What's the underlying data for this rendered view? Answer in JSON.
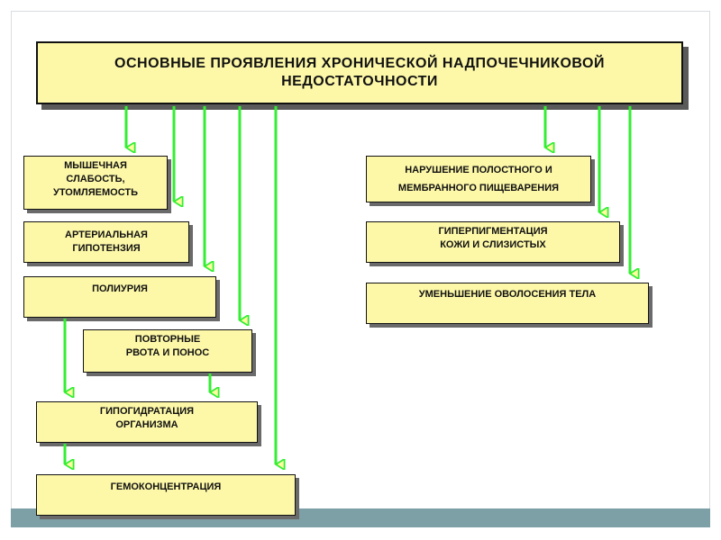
{
  "title": "ОСНОВНЫЕ  ПРОЯВЛЕНИЯ  ХРОНИЧЕСКОЙ  НАДПОЧЕЧНИКОВОЙ\nНЕДОСТАТОЧНОСТИ",
  "boxes": {
    "weakness": "МЫШЕЧНАЯ\nСЛАБОСТЬ,\nУТОМЛЯЕМОСТЬ",
    "hypotension": "АРТЕРИАЛЬНАЯ\nГИПОТЕНЗИЯ",
    "polyuria": "ПОЛИУРИЯ",
    "vomiting": "ПОВТОРНЫЕ\nРВОТА  И  ПОНОС",
    "dehydration": "ГИПОГИДРАТАЦИЯ\nОРГАНИЗМА",
    "hemoconcentration": "ГЕМОКОНЦЕНТРАЦИЯ",
    "digestion": "НАРУШЕНИЕ  ПОЛОСТНОГО  И\nМЕМБРАННОГО  ПИЩЕВАРЕНИЯ",
    "hyperpigmentation": "ГИПЕРПИГМЕНТАЦИЯ\nКОЖИ  И  СЛИЗИСТЫХ",
    "hair": "УМЕНЬШЕНИЕ  ОВОЛОСЕНИЯ  ТЕЛА"
  },
  "colors": {
    "box_fill": "#fdf8a8",
    "arrow": "#33ee33",
    "footer": "#7d9fa6"
  }
}
